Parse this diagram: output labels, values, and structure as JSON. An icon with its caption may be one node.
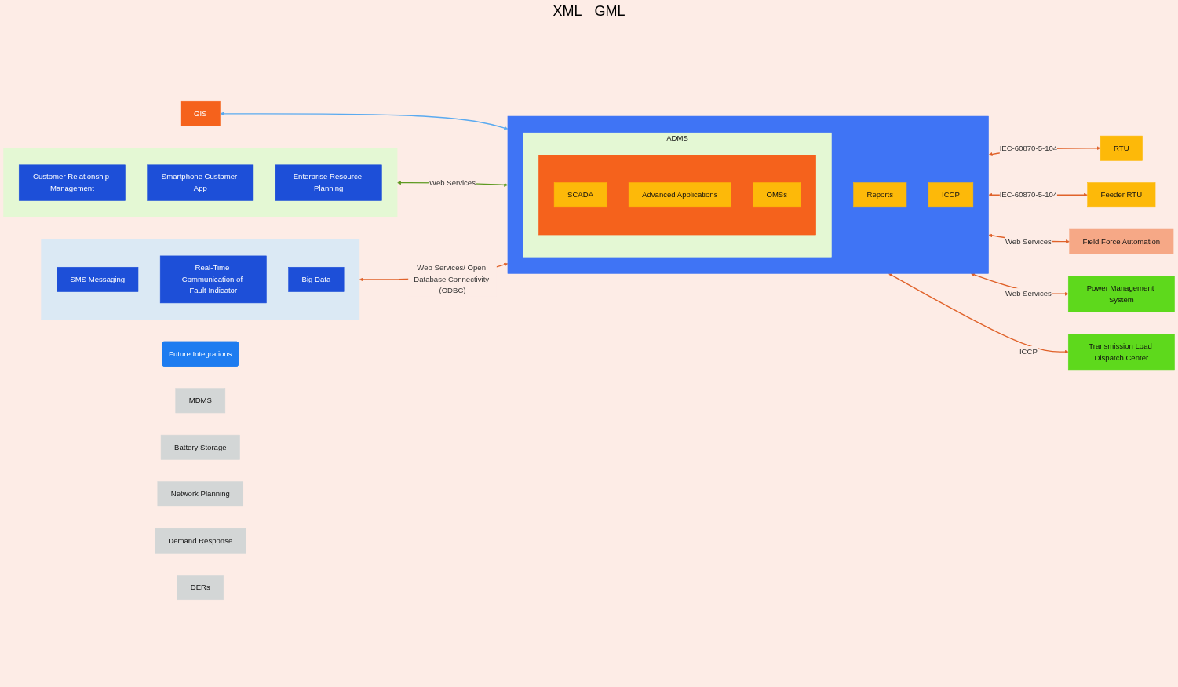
{
  "diagram": {
    "nodes": [
      {
        "text": [],
        "shape": "box"
      },
      {
        "text": [
          "Customer Relationship Management"
        ],
        "in": 0
      },
      {
        "text": [
          "Smartphone Customer App"
        ],
        "in": 0
      },
      {
        "text": [
          "Enterprise Resource Planning"
        ],
        "in": 0
      },
      {
        "text": [],
        "shape": "box"
      },
      {
        "text": [
          "SMS Messaging"
        ],
        "in": 4
      },
      {
        "text": [
          "Real-Time Communication of Fault Indicator"
        ],
        "in": 4
      },
      {
        "text": [
          "Big Data"
        ],
        "in": 4
      },
      {
        "text": [
          "GIS"
        ]
      },
      {
        "text": [],
        "shape": "box"
      },
      {
        "text": [
          "ADMS"
        ],
        "in": 9
      },
      {
        "text": [],
        "shape": "box",
        "in": 10
      },
      {
        "text": [
          "SCADA"
        ],
        "in": 11
      },
      {
        "text": [
          "Advanced Applications"
        ],
        "in": 11
      },
      {
        "text": [
          "OMSs"
        ],
        "in": 11
      },
      {
        "text": [
          "Reports"
        ],
        "in": 9
      },
      {
        "text": [
          "ICCP"
        ],
        "in": 9
      },
      {
        "text": [
          "RTU"
        ]
      },
      {
        "text": [
          "Feeder RTU"
        ]
      },
      {
        "text": [
          "Field Force Automation"
        ]
      },
      {
        "text": [
          "Power Management System"
        ]
      },
      {
        "text": [
          "Transmission Load Dispatch Center"
        ]
      },
      {
        "text": [
          "Future Integrations"
        ]
      },
      {
        "text": [
          "MDMS"
        ]
      },
      {
        "text": [
          "Battery Storage"
        ]
      },
      {
        "text": [
          "Network Planning"
        ]
      },
      {
        "text": [
          "Demand Response"
        ]
      },
      {
        "text": [
          "DERs"
        ]
      }
    ],
    "edges": [
      {
        "from": 8,
        "to": 9,
        "arrow": "both",
        "color": "#5aaaf0"
      },
      {
        "from": 0,
        "to": 9,
        "arrow": "both",
        "label": "Web Services",
        "color": "#5e9a22"
      },
      {
        "from": 4,
        "to": 9,
        "arrow": "both",
        "label": "Web Services/ Open Database Connectivity (ODBC)"
      },
      {
        "from": 9,
        "to": 17,
        "arrow": "both",
        "label": "IEC-60870-5-104"
      },
      {
        "from": 9,
        "to": 18,
        "arrow": "both",
        "label": "IEC-60870-5-104"
      },
      {
        "from": 9,
        "to": 19,
        "arrow": "both",
        "label": "Web Services"
      },
      {
        "from": 9,
        "to": 20,
        "arrow": "both",
        "label": "Web Services"
      },
      {
        "from": 9,
        "to": 21,
        "arrow": "both",
        "label": "ICCP"
      }
    ],
    "labels": [
      "XML",
      "GML"
    ]
  }
}
